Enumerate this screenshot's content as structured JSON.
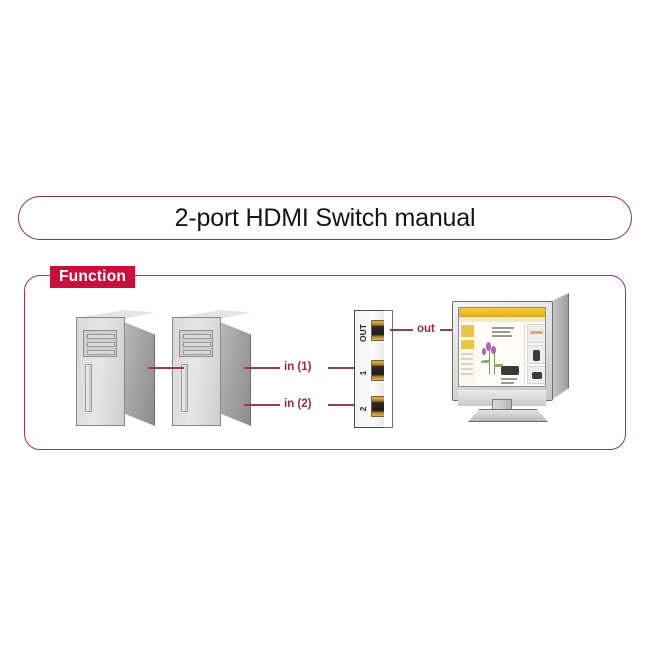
{
  "page": {
    "title": "2-port HDMI Switch manual",
    "background_color": "#ffffff"
  },
  "title_banner": {
    "text": "2-port HDMI Switch manual",
    "border_color": "#8e3050"
  },
  "function_panel": {
    "badge_label": "Function",
    "badge_bg_color": "#c8103c",
    "badge_text_color": "#ffffff",
    "border_color": "#9b3a58"
  },
  "diagram": {
    "devices": [
      {
        "id": "pc-1",
        "type": "computer-tower",
        "label": ""
      },
      {
        "id": "pc-2",
        "type": "computer-tower",
        "label": ""
      },
      {
        "id": "hdmi-switch",
        "type": "switch",
        "label": ""
      },
      {
        "id": "monitor",
        "type": "display",
        "label": ""
      }
    ],
    "switch_ports": [
      {
        "name": "OUT",
        "label": "OUT",
        "position": "top"
      },
      {
        "name": "input-1",
        "label": "1",
        "position": "middle"
      },
      {
        "name": "input-2",
        "label": "2",
        "position": "bottom"
      }
    ],
    "cables": [
      {
        "name": "cable-in-1",
        "label": "in (1)",
        "from": "pc-2",
        "to": "switch-port-1"
      },
      {
        "name": "cable-in-2",
        "label": "in (2)",
        "from": "pc-2",
        "to": "switch-port-2"
      },
      {
        "name": "cable-out",
        "label": "out",
        "from": "switch-port-out",
        "to": "monitor"
      }
    ],
    "cable_color": "#9b3a58",
    "label_color": "#8e2c4c",
    "port_color": "#c8a24a"
  }
}
